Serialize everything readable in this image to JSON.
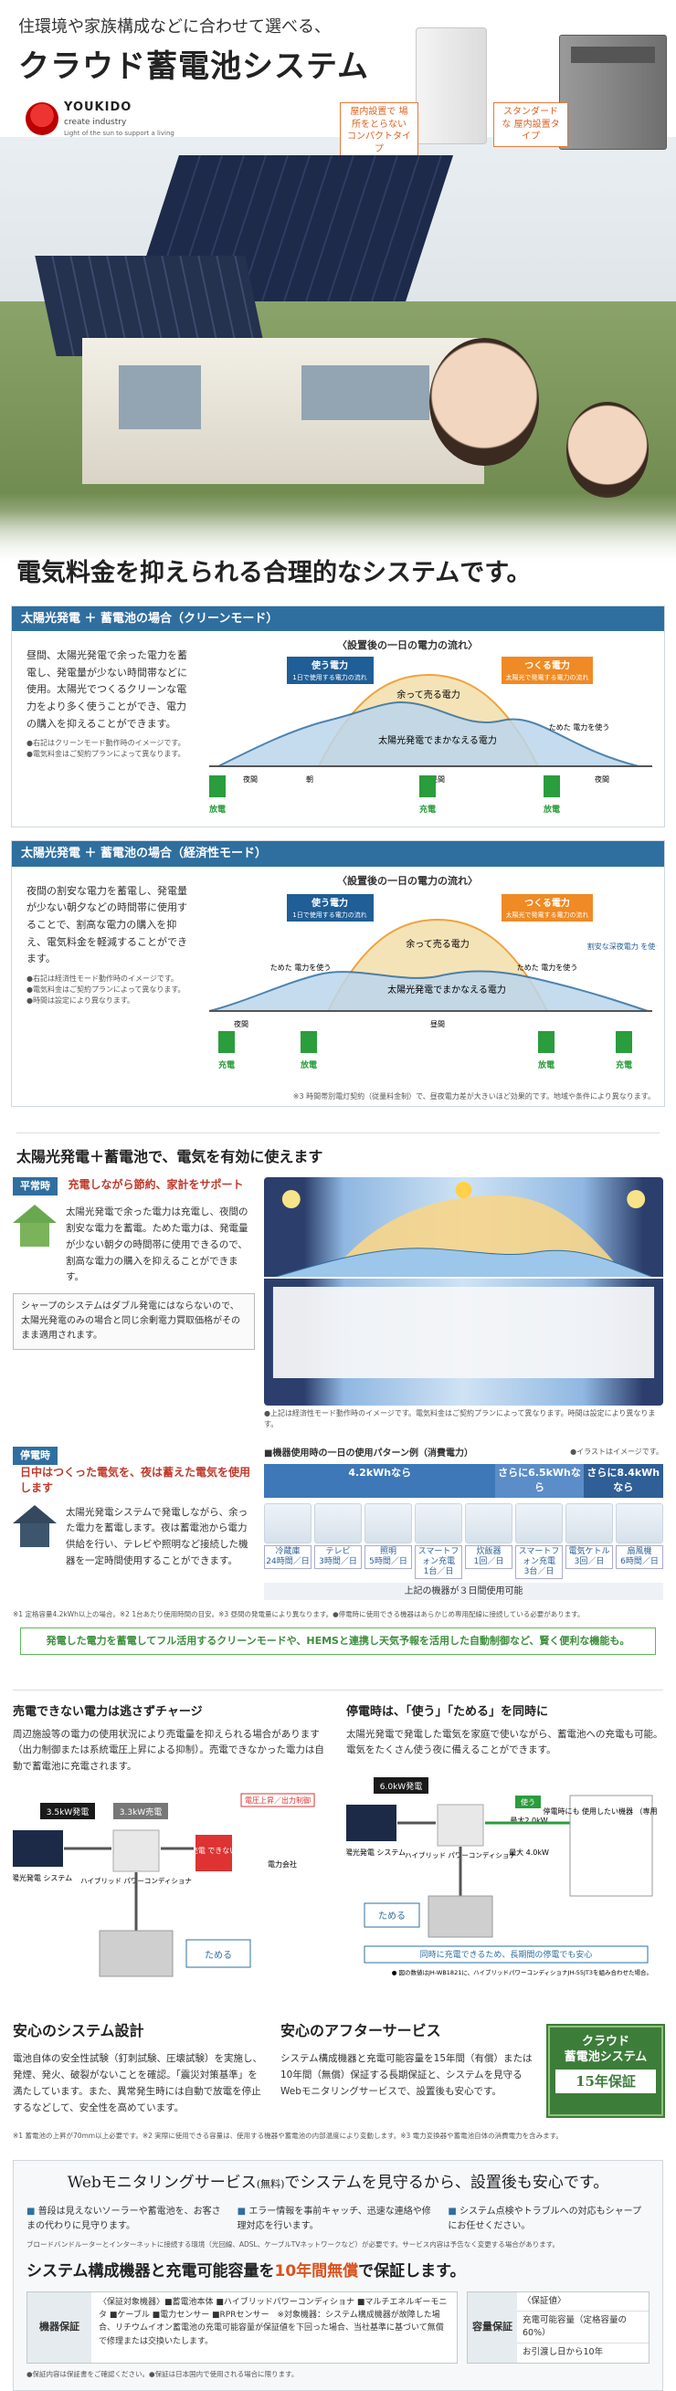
{
  "hero": {
    "tagline": "住環境や家族構成などに合わせて選べる、",
    "title": "クラウド蓄電池システム",
    "logo_name": "YOUKIDO",
    "logo_sub": "create industry",
    "logo_tag": "Light of the sun to support a living",
    "badge_indoor": "屋内設置で 場所をとらない コンパクトタイプ",
    "badge_outdoor": "スタンダードな 屋内設置タイプ"
  },
  "headline": "電気料金を抑えられる合理的なシステムです。",
  "clean_mode": {
    "header": "太陽光発電 ＋ 蓄電池の場合（クリーンモード）",
    "caption": "〈設置後の一日の電力の流れ〉",
    "text": "昼間、太陽光発電で余った電力を蓄電し、発電量が少ない時間帯などに使用。太陽光でつくるクリーンな電力をより多く使うことができ、電力の購入を抑えることができます。",
    "notes": [
      "●右記はクリーンモード動作時のイメージです。",
      "●電気料金はご契約プランによって異なります。"
    ],
    "labels": {
      "use": "使う電力",
      "use_sub": "1日で使用する電力の流れ",
      "make": "つくる電力",
      "make_sub": "太陽光で発電する電力の流れ",
      "surplus": "余って売る電力",
      "solar": "太陽光発電でまかなえる電力",
      "store": "ためた 電力を使う",
      "night1": "夜間",
      "morning": "朝",
      "noon": "昼間",
      "night2": "夜間",
      "discharge1": "放電",
      "charge": "充電",
      "discharge2": "放電"
    }
  },
  "eco_mode": {
    "header": "太陽光発電 ＋ 蓄電池の場合（経済性モード）",
    "caption": "〈設置後の一日の電力の流れ〉",
    "text": "夜間の割安な電力を蓄電し、発電量が少ない朝夕などの時間帯に使用することで、割高な電力の購入を抑え、電気料金を軽減することができます。",
    "notes": [
      "●右記は経済性モード動作時のイメージです。",
      "●電気料金はご契約プランによって異なります。",
      "●時間は設定により異なります。"
    ],
    "labels": {
      "use": "使う電力",
      "use_sub": "1日で使用する電力の流れ",
      "make": "つくる電力",
      "make_sub": "太陽光で発電する電力の流れ",
      "surplus": "余って売る電力",
      "solar": "太陽光発電でまかなえる電力",
      "store": "ためた 電力を使う",
      "cheap": "割安な深夜電力 を使う",
      "night1": "夜間",
      "noon": "昼間",
      "charge1": "充電",
      "discharge1": "放電",
      "discharge2": "放電",
      "charge2": "充電"
    },
    "footnote": "※3 時間帯別電灯契約（従量料金制）で、昼夜電力差が大きいほど効果的です。地域や条件により異なります。"
  },
  "use_section": {
    "title": "太陽光発電＋蓄電池で、電気を有効に使えます",
    "normal_tag": "平常時",
    "normal_title": "充電しながら節約、家計をサポート",
    "normal_text": "太陽光発電で余った電力は充電し、夜間の割安な電力を蓄電。ためた電力は、発電量が少ない朝夕の時間帯に使用できるので、割高な電力の購入を抑えることができます。",
    "sharp_note": "シャープのシステムはダブル発電にはならないので、太陽光発電のみの場合と同じ余剰電力買取価格がそのまま適用されます。",
    "scene_note": "●上記は経済性モード動作時のイメージです。電気料金はご契約プランによって異なります。時間は設定により異なります。",
    "blackout_tag": "停電時",
    "blackout_title": "日中はつくった電気を、夜は蓄えた電気を使用します",
    "blackout_text": "太陽光発電システムで発電しながら、余った電力を蓄電します。夜は蓄電池から電力供給を行い、テレビや照明など接続した機器を一定時間使用することができます。",
    "apps_caption": "■機器使用時の一日の使用パターン例（消費電力）",
    "apps_note": "●イラストはイメージです。",
    "capacity": [
      "4.2kWhなら",
      "さらに6.5kWhなら",
      "さらに8.4kWhなら"
    ],
    "appliances": [
      {
        "name": "冷蔵庫",
        "use": "24時間／日"
      },
      {
        "name": "テレビ",
        "use": "3時間／日"
      },
      {
        "name": "照明",
        "use": "5時間／日"
      },
      {
        "name": "スマートフォン充電",
        "use": "1台／日"
      },
      {
        "name": "炊飯器",
        "use": "1回／日"
      },
      {
        "name": "スマートフォン充電",
        "use": "3台／日"
      },
      {
        "name": "電気ケトル",
        "use": "3回／日"
      },
      {
        "name": "扇風機",
        "use": "6時間／日"
      }
    ],
    "apps_footer": "上記の機器が３日間使用可能",
    "fine": "※1 定格容量4.2kWh以上の場合。※2 1台あたり使用時間の目安。※3 昼間の発電量により異なります。●停電時に使用できる機器はあらかじめ専用配線に接続している必要があります。",
    "green_bar": "発電した電力を蓄電してフル活用するクリーンモードや、HEMSと連携し天気予報を活用した自動制御など、賢く便利な機能も。"
  },
  "flow_section": {
    "left_title": "売電できない電力は逃さずチャージ",
    "left_text": "周辺施設等の電力の使用状況により売電量を抑えられる場合があります（出力制御または系統電圧上昇による抑制）。売電できなかった電力は自動で蓄電池に充電されます。",
    "left_labels": {
      "pv": "3.5kW発電",
      "grid_out": "3.3kW売電",
      "limit": "電圧上昇／出力制御",
      "system": "太陽光発電 システム",
      "pcs": "ハイブリッド パワーコンディショナ",
      "blocked": "売電 できない",
      "utility": "電力会社",
      "store": "ためる"
    },
    "right_title": "停電時は、「使う」「ためる」を同時に",
    "right_text": "太陽光発電で発電した電気を家庭で使いながら、蓄電池への充電も可能。電気をたくさん使う夜に備えることができます。",
    "right_labels": {
      "pv": "6.0kW発電",
      "use": "使う",
      "max1": "最大2.0kW",
      "max2": "最大 4.0kW",
      "system": "太陽光発電 システム",
      "pcs": "ハイブリッド パワーコンディショナ",
      "load": "停電時にも 使用したい機器 （専用配線）",
      "store": "ためる",
      "message": "同時に充電できるため、長期間の停電でも安心",
      "note": "● 図の数値はJH-WB1821に、ハイブリッドパワーコンディショナJH-55JT3を組み合わせた場合。"
    }
  },
  "safety": {
    "system_title": "安心のシステム設計",
    "system_text": "電池自体の安全性試験（釘刺試験、圧壊試験）を実施し、発煙、発火、破裂がないことを確認。「震災対策基準」を満たしています。また、異常発生時には自動で放電を停止するなどして、安全性を高めています。",
    "after_title": "安心のアフターサービス",
    "after_text": "システム構成機器と充電可能容量を15年間（有償）または10年間（無償）保証する長期保証と、システムを見守るWebモニタリングサービスで、設置後も安心です。",
    "seal_line1": "クラウド",
    "seal_line2": "蓄電池システム",
    "seal_warranty": "15年保証",
    "fine": "※1 蓄電池の上昇が70mm以上必要です。※2 実際に使用できる容量は、使用する機器や蓄電池の内部温度により変動します。※3 電力変換器や蓄電池自体の消費電力を含みます。"
  },
  "web": {
    "title": "Webモニタリングサービス",
    "title_small": "(無料)",
    "title_rest": "でシステムを見守るから、設置後も安心です。",
    "features": [
      "普段は見えないソーラーや蓄電池を、お客さまの代わりに見守ります。",
      "エラー情報を事前キャッチ、迅速な連絡や修理対応を行います。",
      "システム点検やトラブルへの対応もシャープにお任せください。"
    ],
    "desc": "ブロードバンドルーターとインターネットに接続する環境（光回線、ADSL、ケーブルTVネットワークなど）が必要です。サービス内容は予告なく変更する場合があります。",
    "warranty_title": "システム構成機器と充電可能容量を",
    "warranty_emph": "10年間無償",
    "warranty_tail": "で保証します。",
    "equip_label": "機器保証",
    "equip_content": "〈保証対象機器〉■蓄電池本体 ■ハイブリッドパワーコンディショナ ■マルチエネルギーモニタ ■ケーブル ■電力センサー ■RPRセンサー　※対象機器：システム構成機器が故障した場合、リチウムイオン蓄電池の充電可能容量が保証値を下回った場合、当社基準に基づいて無償で修理または交換いたします。",
    "capacity_label": "容量保証",
    "capacity_head": "〈保証値〉",
    "capacity_value": "充電可能容量（定格容量の60%）",
    "capacity_period": "お引渡し日から10年",
    "footnote": "●保証内容は保証書をご確認ください。●保証は日本国内で使用される場合に限ります。"
  }
}
